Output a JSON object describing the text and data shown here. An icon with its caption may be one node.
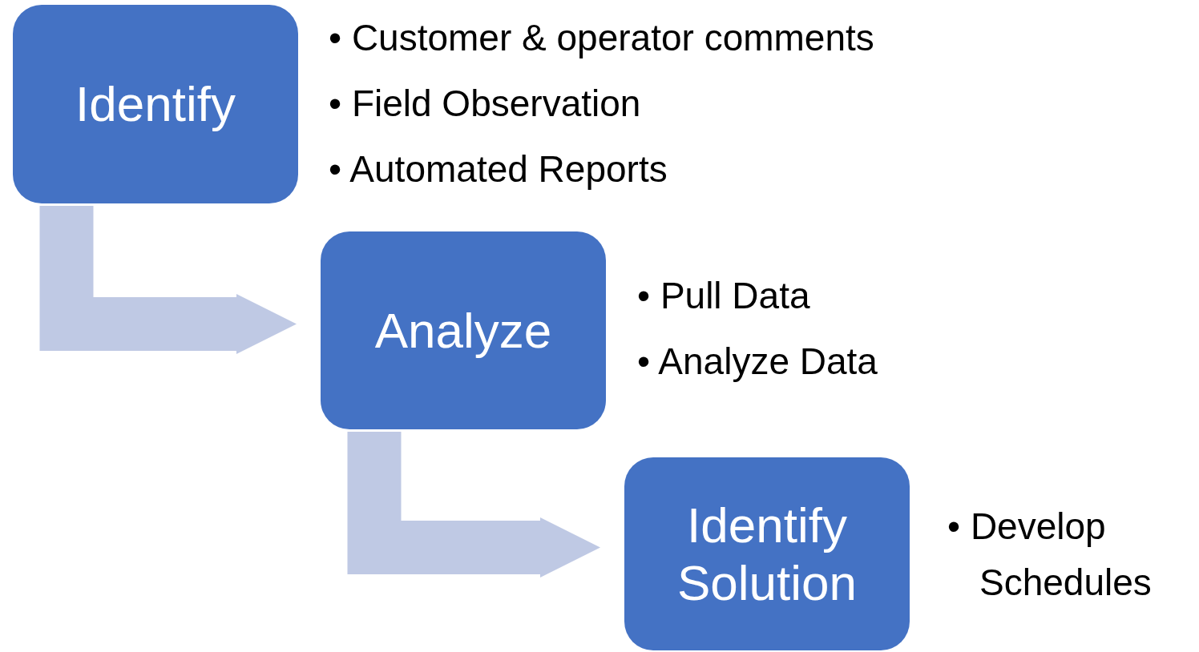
{
  "diagram": {
    "nodes": [
      {
        "text": [
          "Identify"
        ],
        "beside": [
          "• Customer & operator comments",
          "• Field Observation",
          "• Automated Reports"
        ]
      },
      {
        "text": [
          "Analyze"
        ],
        "beside": [
          "• Pull Data",
          "• Analyze Data"
        ]
      },
      {
        "text": [
          "Identify Solution"
        ],
        "beside": [
          "• Develop Schedules"
        ]
      }
    ],
    "edges": [
      {
        "from": 0,
        "to": 1,
        "arrow": "to"
      },
      {
        "from": 1,
        "to": 2,
        "arrow": "to"
      }
    ]
  }
}
